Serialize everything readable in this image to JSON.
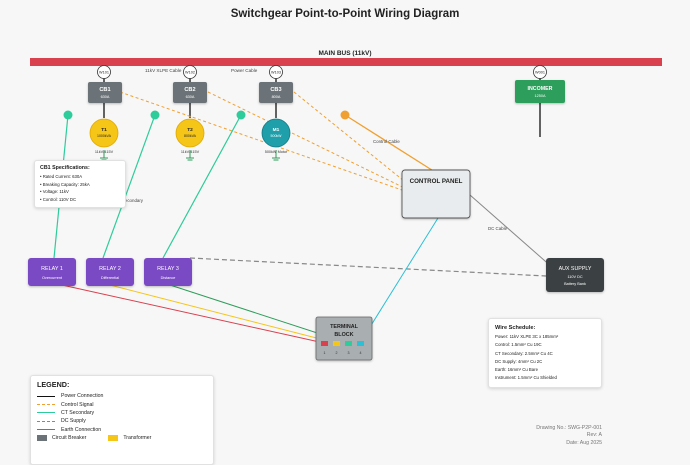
{
  "title": "Switchgear Point-to-Point Wiring Diagram",
  "main_bus": {
    "label": "MAIN BUS (11kV)",
    "color": "#d9414e"
  },
  "cable_labels": {
    "xlpe": "11kV XLPE Cable",
    "power": "Power Cable",
    "control": "Control Cable",
    "ct_secondary": "CT Secondary",
    "dc": "DC Cable"
  },
  "breakers": [
    {
      "wire": "W101",
      "label": "CB1",
      "rating": "630A"
    },
    {
      "wire": "W102",
      "label": "CB2",
      "rating": "630A"
    },
    {
      "wire": "W103",
      "label": "CB3",
      "rating": "800A"
    }
  ],
  "incomer": {
    "wire": "W001",
    "label": "INCOMER",
    "rating": "1250A",
    "color": "#2e9e5b"
  },
  "transformers": [
    {
      "label": "T1",
      "rating": "1000kVA",
      "voltage": "11kV/415V",
      "color": "#f5c518"
    },
    {
      "label": "T2",
      "rating": "800kVA",
      "voltage": "11kV/415V",
      "color": "#f5c518"
    }
  ],
  "motor": {
    "label": "M1",
    "rating": "500kW",
    "voltage": "500kW Motor",
    "color": "#1f9faa"
  },
  "control_panel": {
    "label": "CONTROL PANEL"
  },
  "relays": [
    {
      "label": "RELAY 1",
      "function": "Overcurrent"
    },
    {
      "label": "RELAY 2",
      "function": "Differential"
    },
    {
      "label": "RELAY 3",
      "function": "Distance"
    }
  ],
  "relay_color": "#7a48c4",
  "aux_supply": {
    "label": "AUX SUPPLY",
    "voltage": "110V DC",
    "source": "Battery Bank"
  },
  "terminal_block": {
    "label_line1": "TERMINAL",
    "label_line2": "BLOCK",
    "terminals": [
      "1",
      "2",
      "3",
      "4"
    ],
    "terminal_colors": [
      "#d9414e",
      "#f5c518",
      "#2ecc9a",
      "#2ac0d6"
    ]
  },
  "cb1_spec": {
    "title": "CB1 Specifications:",
    "items": [
      "• Rated Current: 630A",
      "• Breaking Capacity: 25kA",
      "• Voltage: 11kV",
      "• Control: 110V DC"
    ]
  },
  "wire_schedule": {
    "title": "Wire Schedule:",
    "items": [
      "Power: 11kV XLPE 3C x 185mm²",
      "Control: 1.5mm² Cu 19C",
      "CT Secondary: 2.5mm² Cu 4C",
      "DC Supply: 4mm² Cu 2C",
      "Earth: 16mm² Cu Bare",
      "Instrument: 1.5mm² Cu Shielded"
    ]
  },
  "legend": {
    "title": "LEGEND:",
    "items": [
      {
        "label": "Power Connection",
        "color": "#111111",
        "style": "solid"
      },
      {
        "label": "Control Signal",
        "color": "#f0a030",
        "style": "dashed"
      },
      {
        "label": "CT Secondary",
        "color": "#2ecc9a",
        "style": "solid"
      },
      {
        "label": "DC Supply",
        "color": "#888888",
        "style": "dashed"
      },
      {
        "label": "Earth Connection",
        "color": "#2e9e5b",
        "style": "solid"
      }
    ],
    "swatches": [
      {
        "label": "Circuit Breaker",
        "color": "#6c7378"
      },
      {
        "label": "Transformer",
        "color": "#f5c518"
      }
    ]
  },
  "footer": {
    "drawing_no": "Drawing No.: SWG-P2P-001",
    "revision": "Rev: A",
    "date": "Date: Aug 2025"
  }
}
